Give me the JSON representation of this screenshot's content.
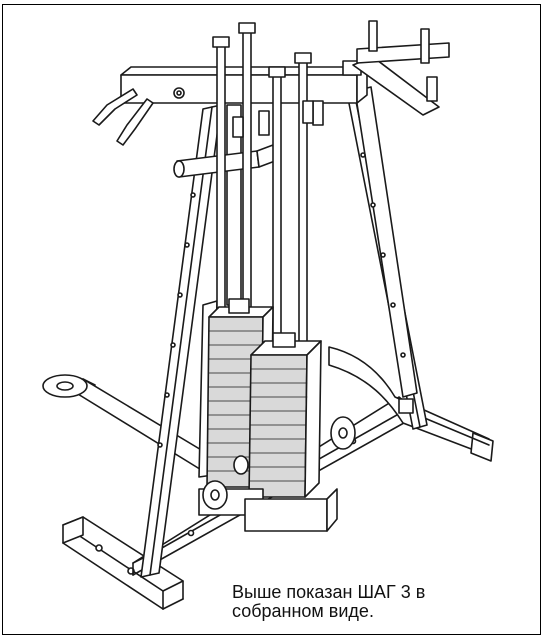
{
  "caption": {
    "line1": "Выше показан ШАГ 3 в",
    "line2": "собранном виде."
  },
  "illustration": {
    "icon": "weight-machine-assembly-drawing",
    "stroke_color": "#1a1a1a",
    "fill_color": "#ffffff",
    "shade_color": "#d9d9d9"
  }
}
